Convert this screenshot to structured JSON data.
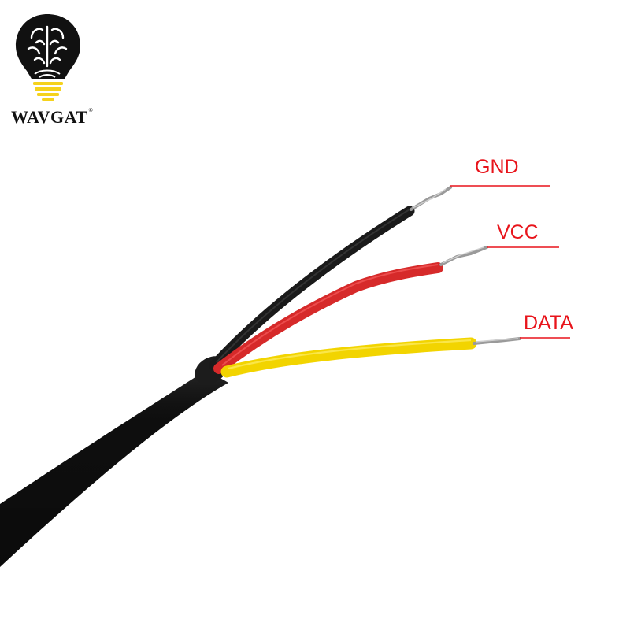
{
  "brand": {
    "name": "WAVGAT",
    "registered_mark": "®",
    "logo_icon": "lightbulb-brain-icon"
  },
  "labels": {
    "gnd": "GND",
    "vcc": "VCC",
    "data": "DATA"
  },
  "colors": {
    "label_red": "#e8141b",
    "cable_black": "#111111",
    "wire_black": "#1a1a1a",
    "wire_red": "#d62a2a",
    "wire_yellow": "#f2d400",
    "logo_yellow": "#f5d21c"
  }
}
